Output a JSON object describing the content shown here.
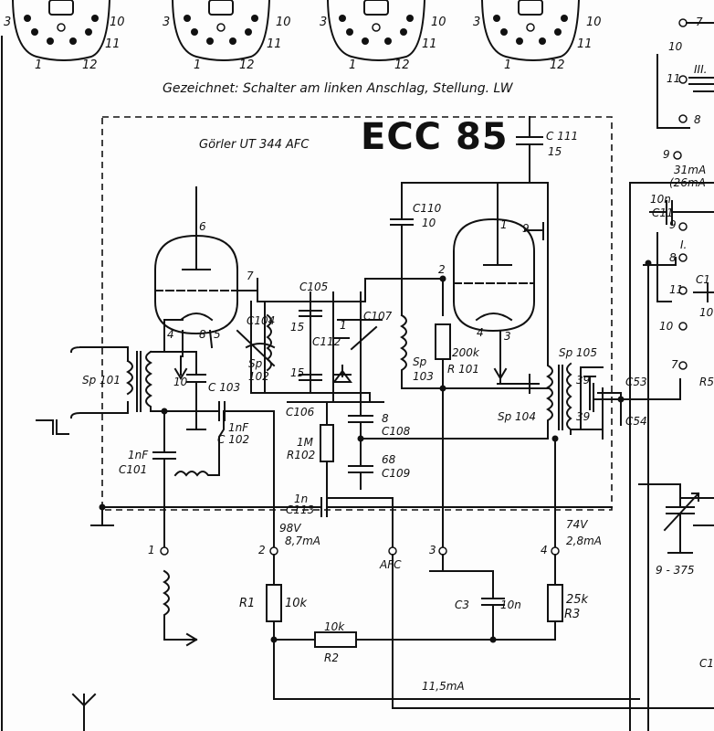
{
  "header": {
    "caption": "Gezeichnet: Schalter am linken Anschlag,  Stellung. LW",
    "maker": "Görler  UT 344  AFC",
    "tube": "ECC 85"
  },
  "sockets": [
    {
      "left": "3",
      "right": "10",
      "b1": "1",
      "b2": "12",
      "r2": "11"
    },
    {
      "left": "3",
      "right": "10",
      "b1": "1",
      "b2": "12",
      "r2": "11"
    },
    {
      "left": "3",
      "right": "10",
      "b1": "1",
      "b2": "12",
      "r2": "11"
    },
    {
      "left": "3",
      "right": "10",
      "b1": "1",
      "b2": "12",
      "r2": "11"
    }
  ],
  "components": {
    "c111": "C 111",
    "c111v": "15",
    "c110": "C110",
    "c110v": "10",
    "c105": "C105",
    "c104": "C104",
    "c107": "C107",
    "c112": "C112",
    "c112n": "1",
    "c106": "C106",
    "c103": "C 103",
    "c102": "C 102",
    "c102v": "1nF",
    "c101": "C101",
    "c101v": "1nF",
    "c108": "C108",
    "c108v": "8",
    "c109": "C109",
    "c109v": "68",
    "c113": "C113",
    "c113v": "1n",
    "c53": "C53",
    "c54": "C54",
    "c3": "C3",
    "c3v": "10n",
    "sp101": "Sp 101",
    "sp102": "Sp",
    "sp102n": "102",
    "sp103": "Sp",
    "sp103n": "103",
    "sp104": "Sp 104",
    "sp105": "Sp 105",
    "r101": "R 101",
    "r101v": "200k",
    "r102": "R102",
    "r102v": "1M",
    "r1": "R1",
    "r1v": "10k",
    "r2": "R2",
    "r2v": "10k",
    "r3": "R3",
    "r3v": "25k",
    "v1": "98V",
    "i1": "8,7mA",
    "v2": "74V",
    "i2": "2,8mA",
    "itot": "11,5mA",
    "afc": "AFC",
    "vc": "9 - 375",
    "n15a": "15",
    "n15b": "15",
    "n10": "10",
    "n39a": "39",
    "n39b": "39"
  },
  "pins": {
    "p6": "6",
    "p7": "7",
    "p4": "4",
    "p8": "8",
    "p5": "5",
    "p1": "1",
    "p9": "9",
    "p2": "2",
    "p3": "3",
    "p4b": "4",
    "t1": "1",
    "t2": "2",
    "t3": "3",
    "t4": "4"
  },
  "right_panel": {
    "s7": "7",
    "s10": "10",
    "s11": "11",
    "s8": "8",
    "s9": "9",
    "roman3": "III.",
    "i31": "31mA",
    "i26": "(26mA",
    "c11": "C11",
    "c11v": "10n",
    "t9": "9",
    "t8": "8",
    "t11": "11",
    "t10": "10",
    "roman1": "I.",
    "cut1": "C1",
    "cut2": "10",
    "r5": "R5",
    "p7b": "7",
    "c1b": "C1"
  }
}
